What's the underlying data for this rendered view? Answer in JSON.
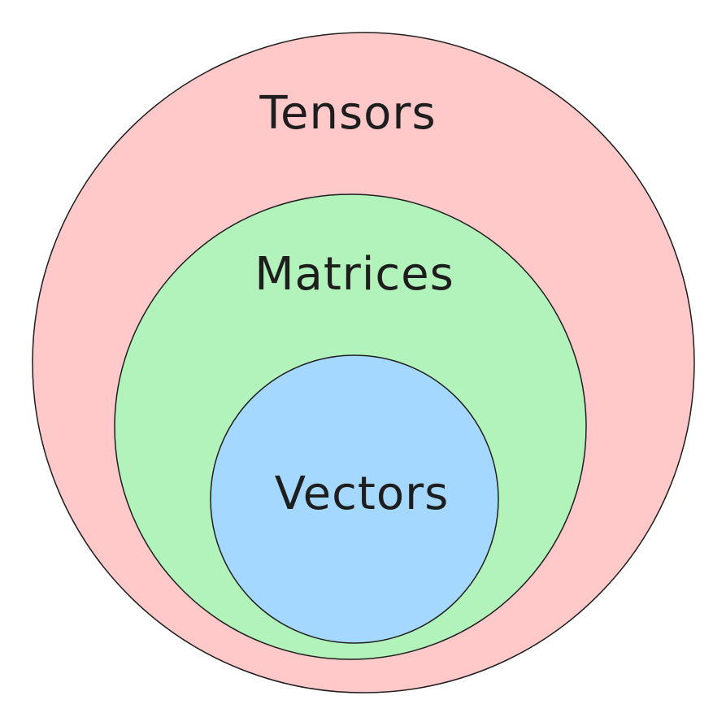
{
  "diagram": {
    "sets": [
      {
        "id": "tensors",
        "label": "Tensors",
        "fill": "#ffc9c9"
      },
      {
        "id": "matrices",
        "label": "Matrices",
        "fill": "#b2f2bb"
      },
      {
        "id": "vectors",
        "label": "Vectors",
        "fill": "#a5d8ff"
      }
    ]
  }
}
